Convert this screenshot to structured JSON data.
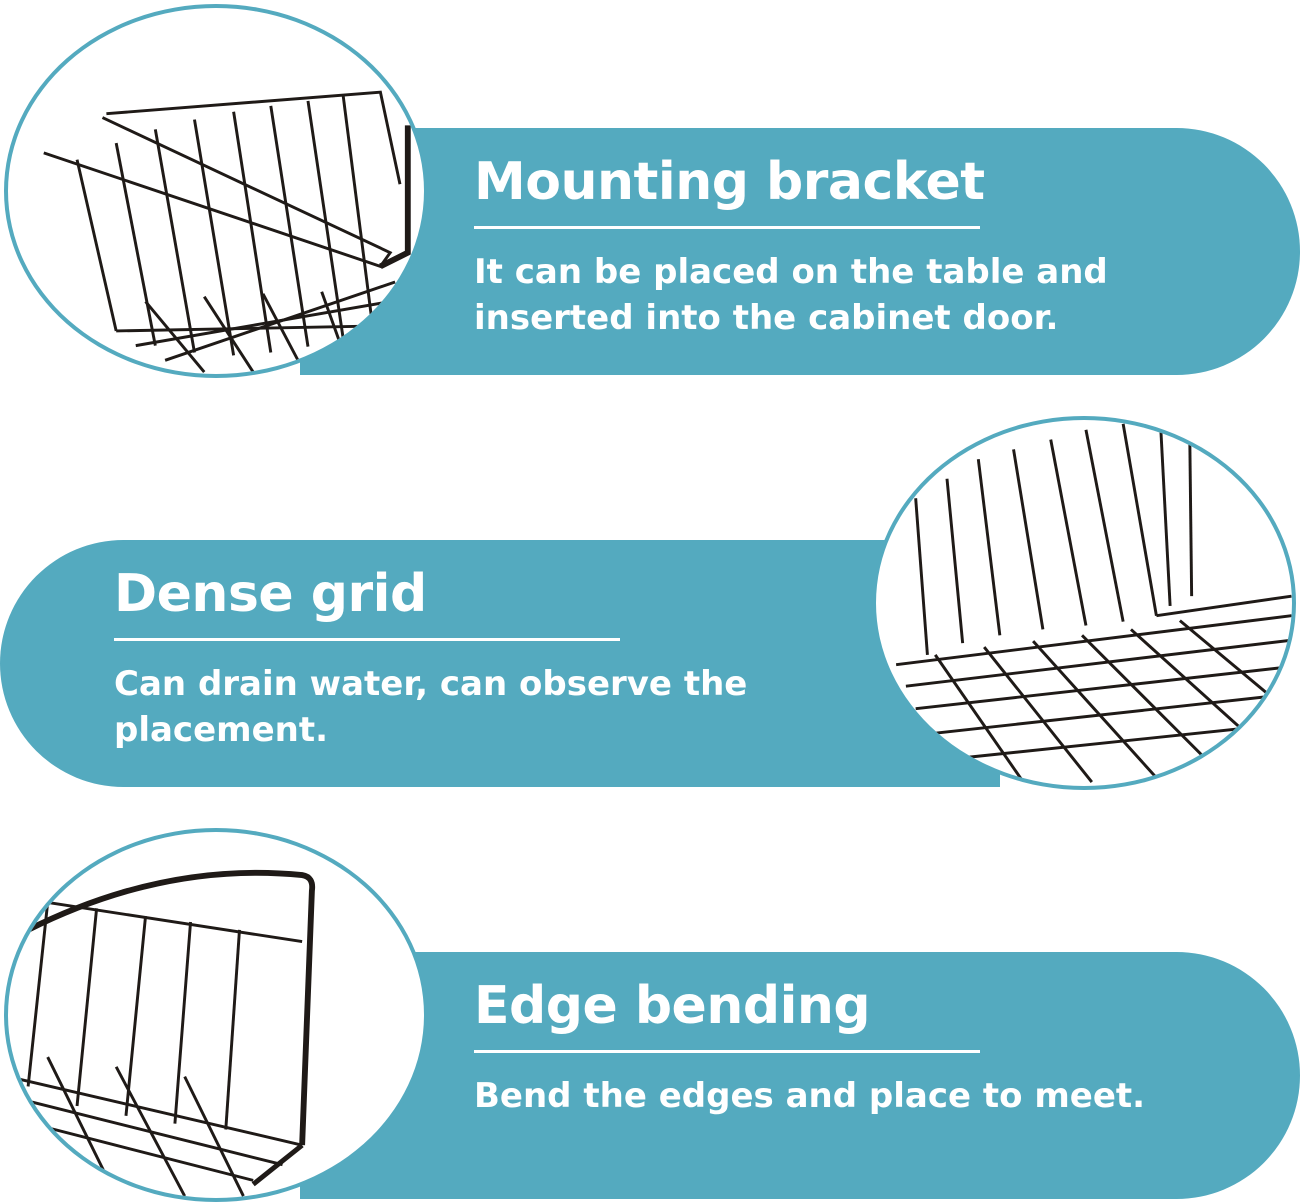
{
  "features": [
    {
      "title": "Mounting bracket",
      "description_line1": "It can be placed on the table and",
      "description_line2": "inserted into the cabinet door."
    },
    {
      "title": "Dense grid",
      "description_line1": "Can drain water, can observe the",
      "description_line2": "placement."
    },
    {
      "title": "Edge bending",
      "description_line1": "Bend the edges and place to meet.",
      "description_line2": ""
    }
  ],
  "colors": {
    "band": "#54aabf",
    "text": "#ffffff",
    "wire": "#1f1a17"
  }
}
